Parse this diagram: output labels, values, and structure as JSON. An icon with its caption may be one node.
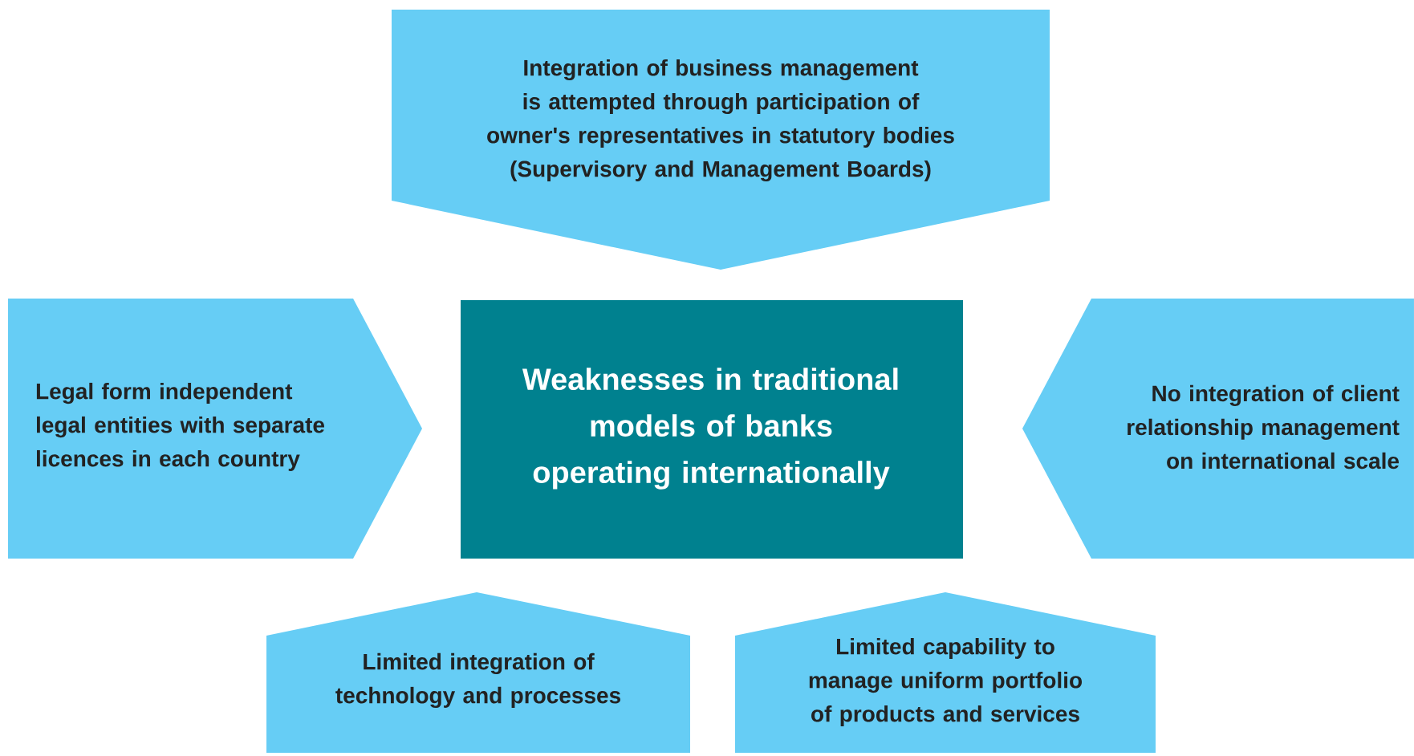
{
  "diagram": {
    "nodes": [
      {
        "text": [
          "Integration of business management is attempted through participation of owner's representatives in statutory bodies (Supervisory and Management Boards)"
        ]
      },
      {
        "text": [
          "Legal form  independent legal entities with separate licences in each country"
        ]
      },
      {
        "text": [
          "Weaknesses in traditional models of banks operating internationally"
        ]
      },
      {
        "text": [
          "No integration of client relationship management on international scale"
        ]
      },
      {
        "text": [
          "Limited integration of technology and processes"
        ]
      },
      {
        "text": [
          "Limited capability to manage uniform portfolio of products and services"
        ]
      }
    ]
  }
}
